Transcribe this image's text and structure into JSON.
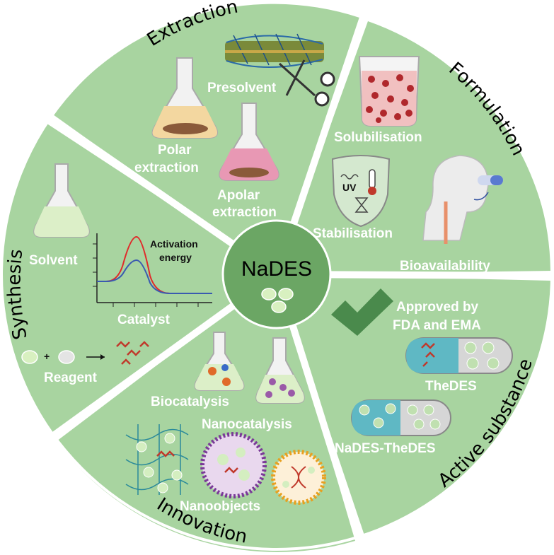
{
  "center": {
    "title": "NaDES"
  },
  "sectors": {
    "extraction": "Extraction",
    "formulation": "Formulation",
    "active": "Active substance",
    "innovation": "Innovation",
    "synthesis": "Synthesis"
  },
  "labels": {
    "presolvent": "Presolvent",
    "polar1": "Polar",
    "polar2": "extraction",
    "apolar1": "Apolar",
    "apolar2": "extraction",
    "solubilisation": "Solubilisation",
    "stabilisation": "Stabilisation",
    "bioavailability": "Bioavailability",
    "approved1": "Approved by",
    "approved2": "FDA and EMA",
    "thedes": "TheDES",
    "nadesthedes": "NaDES-TheDES",
    "biocatalysis": "Biocatalysis",
    "nanocatalysis": "Nanocatalysis",
    "nanoobjects": "Nanoobjects",
    "solvent": "Solvent",
    "catalyst": "Catalyst",
    "reagent": "Reagent",
    "activation1": "Activation",
    "activation2": "energy",
    "uv": "UV",
    "plus": "+"
  },
  "colors": {
    "sector": "#a8d4a0",
    "center": "#6ba664",
    "check": "#4a8a4c",
    "molecule": "#c0392b",
    "capsule_teal": "#5fb8c4",
    "capsule_grey": "#d0d0d0"
  }
}
